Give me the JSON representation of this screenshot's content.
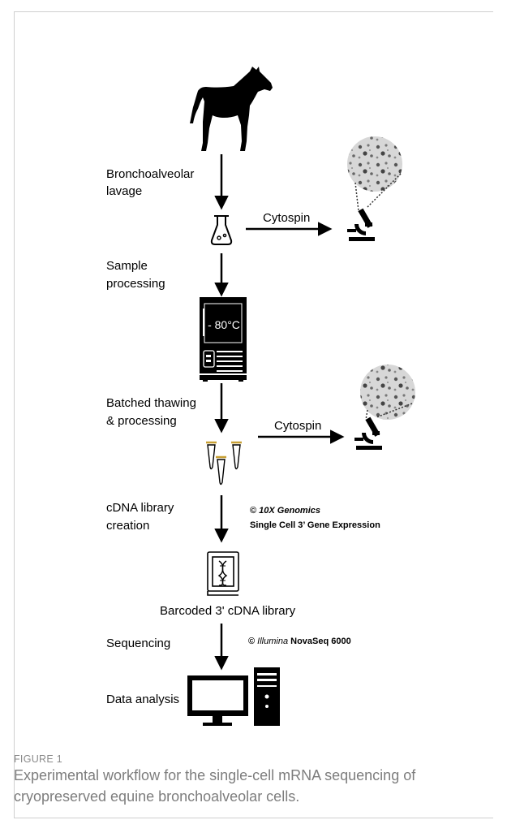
{
  "figure": {
    "labels": {
      "bal_1": "Bronchoalveolar",
      "bal_2": "lavage",
      "cytospin_1": "Cytospin",
      "sample_1": "Sample",
      "sample_2": "processing",
      "freezer": "- 80°C",
      "thaw_1": "Batched thawing",
      "thaw_2": "& processing",
      "cytospin_2": "Cytospin",
      "cdna_1": "cDNA library",
      "cdna_2": "creation",
      "tenx_sym": "©",
      "tenx_brand": "10X Genomics",
      "tenx_product": "Single Cell 3’ Gene Expression",
      "barcoded": "Barcoded 3' cDNA library",
      "sequencing": "Sequencing",
      "illumina_sym": "©",
      "illumina_brand": "Illumina",
      "illumina_product": "NovaSeq 6000",
      "data_analysis": "Data analysis"
    }
  },
  "caption": {
    "label": "FIGURE 1",
    "text": "Experimental workflow for the single-cell mRNA sequencing of cryopreserved equine bronchoalveolar cells."
  }
}
